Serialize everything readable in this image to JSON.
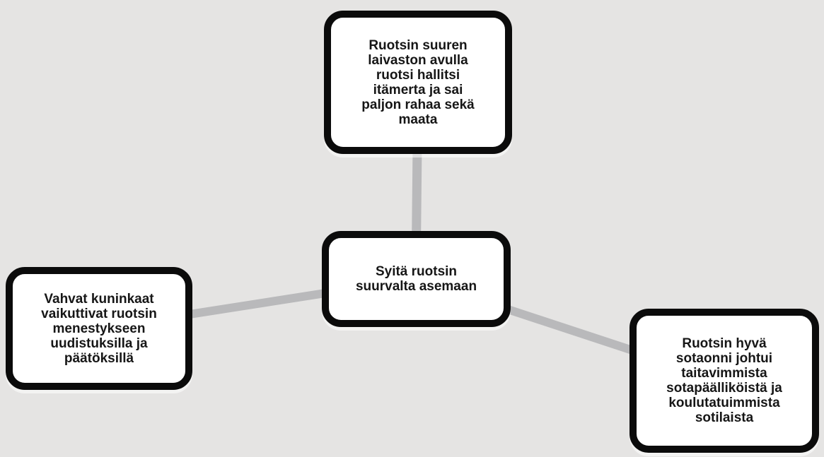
{
  "diagram": {
    "colors": {
      "background": "#e5e4e3",
      "edge": "#b9b9bb",
      "node_border": "#0b0b0b",
      "node_fill": "#ffffff",
      "text": "#161616"
    },
    "nodes": {
      "center": {
        "text": "Syitä ruotsin\nsuurvalta asemaan"
      },
      "top": {
        "text": "Ruotsin suuren\nlaivaston avulla\nruotsi hallitsi\nitämerta ja sai\npaljon rahaa sekä\nmaata"
      },
      "left": {
        "text": "Vahvat kuninkaat\nvaikuttivat ruotsin\nmenestykseen\nuudistuksilla ja\npäätöksillä"
      },
      "bottom_right": {
        "text": "Ruotsin hyvä\nsotaonni johtui\ntaitavimmista\nsotapäälliköistä ja\nkoulutatuimmista\nsotilaista"
      }
    },
    "edges": [
      {
        "from": "center",
        "to": "top"
      },
      {
        "from": "center",
        "to": "left"
      },
      {
        "from": "center",
        "to": "bottom_right"
      }
    ]
  }
}
